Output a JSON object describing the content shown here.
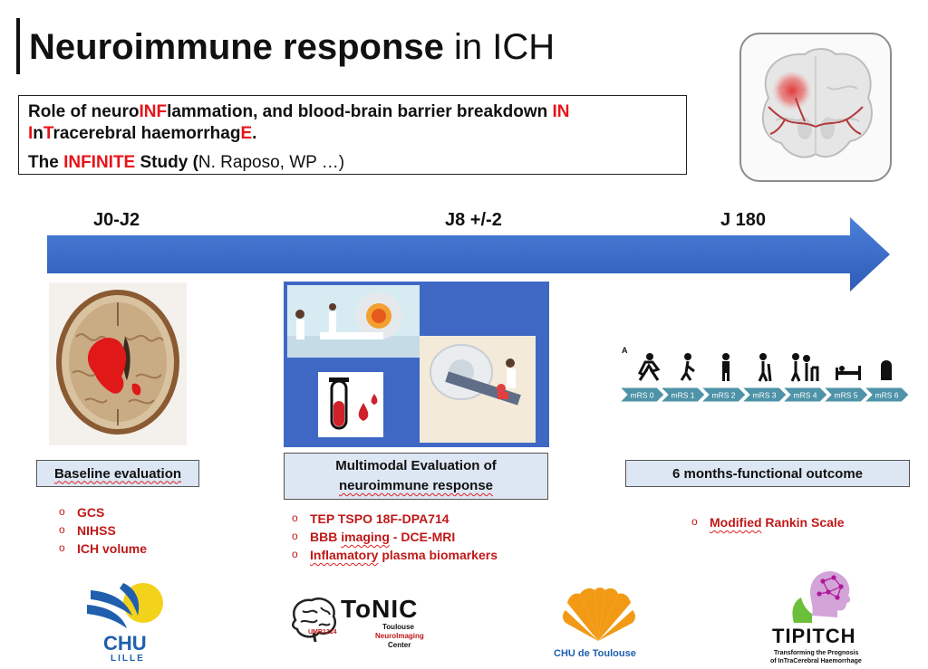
{
  "title": {
    "bold": "Neuroimmune response",
    "rest": " in ICH"
  },
  "study": {
    "line1": [
      {
        "t": "Role of neuro",
        "red": false
      },
      {
        "t": "INF",
        "red": true
      },
      {
        "t": "lammation, and blood-brain barrier breakdown ",
        "red": false
      },
      {
        "t": "IN",
        "red": true
      }
    ],
    "line2": [
      {
        "t": "I",
        "red": true
      },
      {
        "t": "n",
        "red": false
      },
      {
        "t": "T",
        "red": true
      },
      {
        "t": "racerebral haemorrhag",
        "red": false
      },
      {
        "t": "E",
        "red": true
      },
      {
        "t": ".",
        "red": false
      }
    ],
    "line3": [
      {
        "t": "The ",
        "red": false,
        "bold": true
      },
      {
        "t": "INFINITE",
        "red": true,
        "bold": true
      },
      {
        "t": " Study (",
        "red": false,
        "bold": true
      },
      {
        "t": "N. Raposo, WP …)",
        "red": false,
        "bold": false
      }
    ]
  },
  "timeline": {
    "points": [
      "J0-J2",
      "J8 +/-2",
      "J 180"
    ]
  },
  "ct_caption": "",
  "mrs": {
    "panel_letter": "A",
    "steps": [
      "mRS 0",
      "mRS 1",
      "mRS 2",
      "mRS 3",
      "mRS 4",
      "mRS 5",
      "mRS 6"
    ]
  },
  "sections": [
    {
      "label": "Baseline evaluation",
      "items": [
        "GCS",
        "NIHSS",
        "ICH volume"
      ]
    },
    {
      "label_line1": "Multimodal Evaluation of",
      "label_line2": "neuroimmune response",
      "items": [
        "TEP TSPO 18F-DPA714",
        "BBB imaging - DCE-MRI",
        "Inflamatory plasma biomarkers"
      ],
      "underline_words": [
        "imaging",
        "Inflamatory"
      ]
    },
    {
      "label": "6 months-functional outcome",
      "items": [
        "Modified Rankin Scale"
      ]
    }
  ],
  "logos": {
    "chu_lille": {
      "line1": "CHU",
      "line2": "LILLE"
    },
    "tonic": {
      "name": "ToNIC",
      "sub1": "Toulouse",
      "sub2": "NeuroImaging",
      "sub3": "Center",
      "umr": "UMR1214"
    },
    "chu_toulouse": {
      "name": "CHU de Toulouse"
    },
    "tipitch": {
      "name": "TIPITCH",
      "sub1": "Transforming the Prognosis",
      "sub2": "of InTraCerebral Haemorrhage"
    }
  },
  "colors": {
    "accent_red": "#e8141a",
    "arrow_blue": "#3a6cc9",
    "box_fill": "#dde6f3",
    "item_red": "#c01818"
  }
}
